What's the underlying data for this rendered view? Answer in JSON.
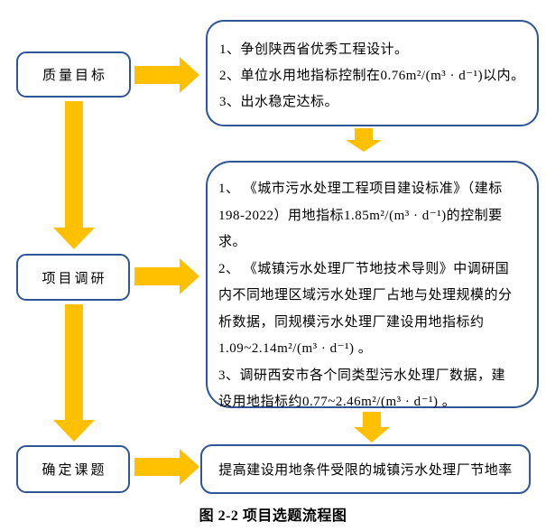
{
  "colors": {
    "box_border": "#2F5597",
    "arrow": "#FFC000",
    "text": "#000000",
    "background": "#FFFFFF"
  },
  "diagram": {
    "caption": "图 2-2 项目选题流程图",
    "left_column": [
      {
        "label": "质量目标"
      },
      {
        "label": "项目调研"
      },
      {
        "label": "确定课题"
      }
    ],
    "right_column": {
      "quality_goals": {
        "lines": [
          "1、争创陕西省优秀工程设计。",
          "2、单位水用地指标控制在0.76m²/(m³ · d⁻¹)以内。",
          "3、出水稳定达标。"
        ]
      },
      "research_findings": {
        "lines": [
          "1、 《城市污水处理工程项目建设标准》（建标",
          "198-2022）用地指标1.85m²/(m³ · d⁻¹)的控制要",
          "求。",
          "2、 《城镇污水处理厂节地技术导则》中调研国",
          "内不同地理区域污水处理厂占地与处理规模的分",
          "析数据，同规模污水处理厂建设用地指标约",
          "1.09~2.14m²/(m³ · d⁻¹) 。",
          "3、调研西安市各个同类型污水处理厂数据，建",
          "设用地指标约0.77~2.46m²/(m³ · d⁻¹) 。"
        ]
      },
      "topic_statement": {
        "text": "提高建设用地条件受限的城镇污水处理厂节地率"
      }
    }
  }
}
